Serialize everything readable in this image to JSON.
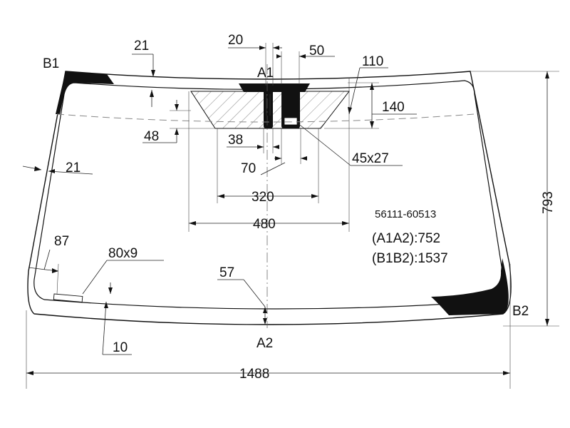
{
  "part_number": "56111-60513",
  "formulas": {
    "a1a2": "(A1A2):752",
    "b1b2": "(B1B2):1537"
  },
  "points": {
    "a1": "A1",
    "a2": "A2",
    "b1": "B1",
    "b2": "B2"
  },
  "dimensions": {
    "top_20": "20",
    "top_50": "50",
    "top_21": "21",
    "top_110": "110",
    "right_140": "140",
    "left_48": "48",
    "center_38": "38",
    "center_70": "70",
    "block_45x27": "45x27",
    "band_320": "320",
    "band_480": "480",
    "side_21": "21",
    "side_87": "87",
    "mark_80x9": "80x9",
    "bottom_57": "57",
    "bottom_10": "10",
    "width_1488": "1488",
    "height_793": "793"
  },
  "colors": {
    "line": "#111111",
    "ceramic": "#111111",
    "hatch": "#555555",
    "dash": "#888888"
  }
}
